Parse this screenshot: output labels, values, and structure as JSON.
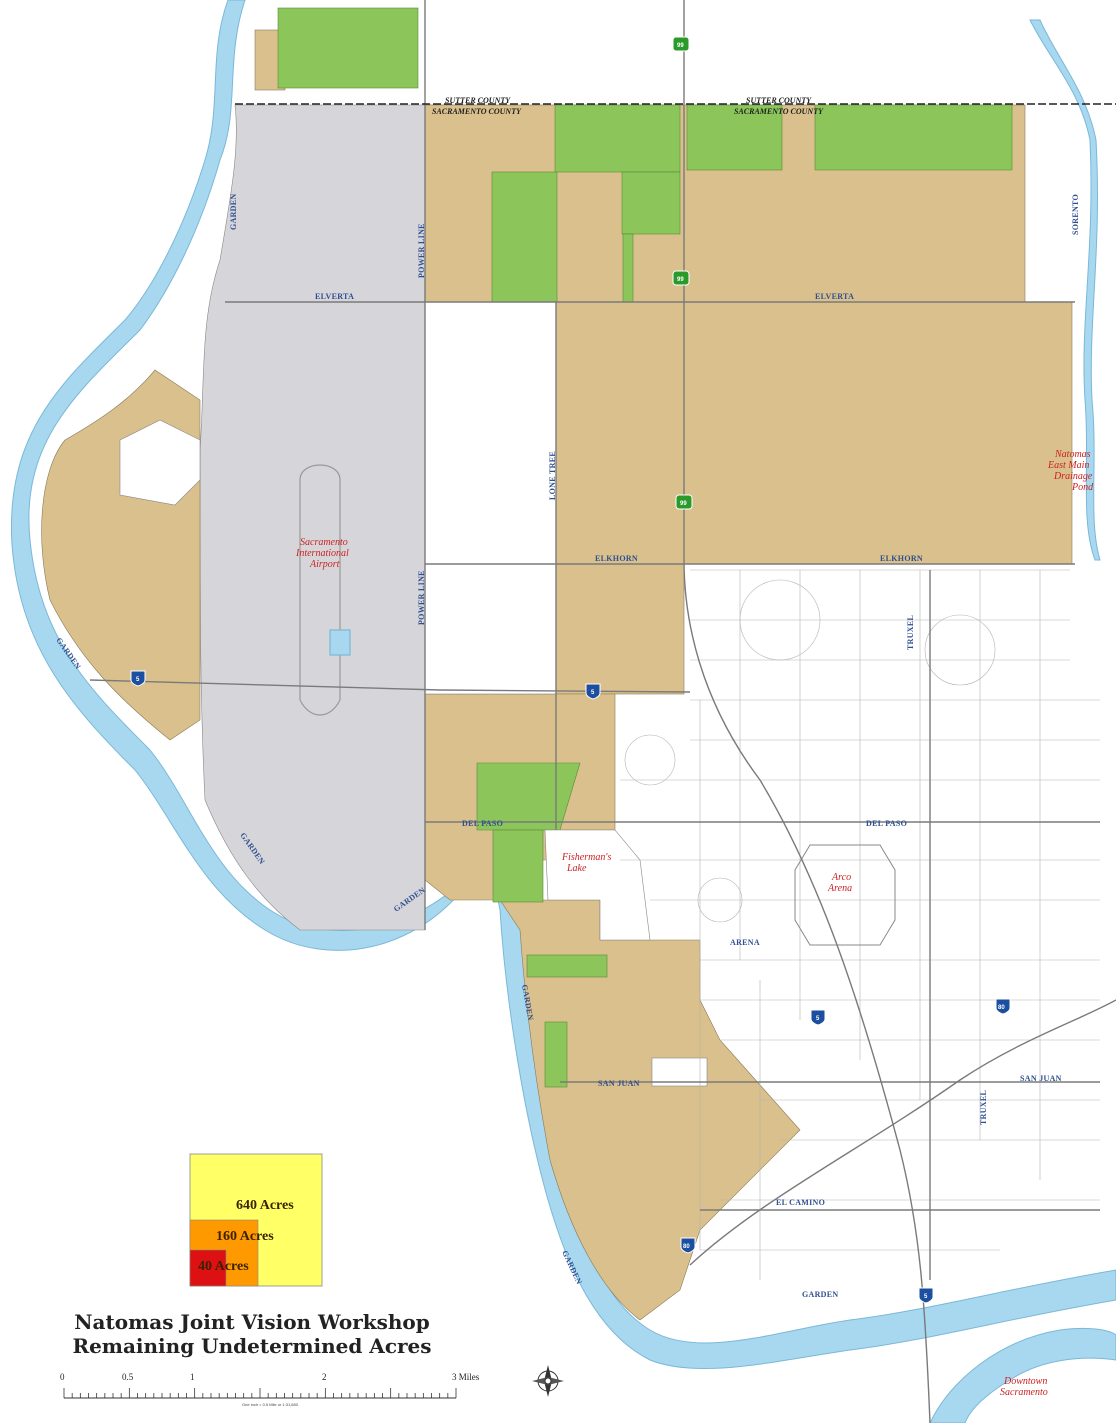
{
  "title": {
    "line1": "Natomas Joint Vision Workshop",
    "line2": "Remaining Undetermined Acres"
  },
  "legend": {
    "items": [
      {
        "label": "640 Acres",
        "color": "#ffff66"
      },
      {
        "label": "160 Acres",
        "color": "#ff9900"
      },
      {
        "label": "40 Acres",
        "color": "#dd1111"
      }
    ]
  },
  "county_labels": {
    "sutter_left": "SUTTER COUNTY",
    "sacramento_left": "SACRAMENTO COUNTY",
    "sutter_right": "SUTTER COUNTY",
    "sacramento_right": "SACRAMENTO COUNTY"
  },
  "roads": {
    "elverta_left": "ELVERTA",
    "elverta_right": "ELVERTA",
    "elkhorn_left": "ELKHORN",
    "elkhorn_right": "ELKHORN",
    "del_paso_left": "DEL PASO",
    "del_paso_right": "DEL PASO",
    "san_juan_left": "SAN JUAN",
    "san_juan_right": "SAN JUAN",
    "el_camino": "EL CAMINO",
    "arena": "ARENA",
    "power_line_top": "POWER LINE",
    "power_line_mid": "POWER LINE",
    "lone_tree": "LONE TREE",
    "truxel_top": "TRUXEL",
    "truxel_bottom": "TRUXEL",
    "sorento": "SORENTO",
    "garden_1": "GARDEN",
    "garden_2": "GARDEN",
    "garden_3": "GARDEN",
    "garden_4": "GARDEN",
    "garden_5": "GARDEN",
    "garden_6": "GARDEN",
    "garden_7": "GARDEN"
  },
  "places": {
    "airport_1": "Sacramento",
    "airport_2": "International",
    "airport_3": "Airport",
    "fishermans_1": "Fisherman's",
    "fishermans_2": "Lake",
    "arco_1": "Arco",
    "arco_2": "Arena",
    "natomas_1": "Natomas",
    "natomas_2": "East Main",
    "natomas_3": "Drainage",
    "natomas_4": "Pond",
    "downtown_1": "Downtown",
    "downtown_2": "Sacramento"
  },
  "shields": {
    "hwy99_a": "99",
    "hwy99_b": "99",
    "hwy99_c": "99",
    "i5_a": "5",
    "i5_b": "5",
    "i5_c": "5",
    "i5_d": "5",
    "i80_a": "80",
    "i80_b": "80"
  },
  "scale_bar": {
    "labels": [
      "0",
      "0.5",
      "1",
      "2",
      "3 Miles"
    ],
    "note": "One inch = 0.5 Mile or 1:31,680"
  },
  "colors": {
    "undetermined": "#d9c08c",
    "green_parcels": "#8cc65a",
    "airport": "#d6d6da",
    "river": "#a7d8ef",
    "urban": "#ffffff"
  }
}
